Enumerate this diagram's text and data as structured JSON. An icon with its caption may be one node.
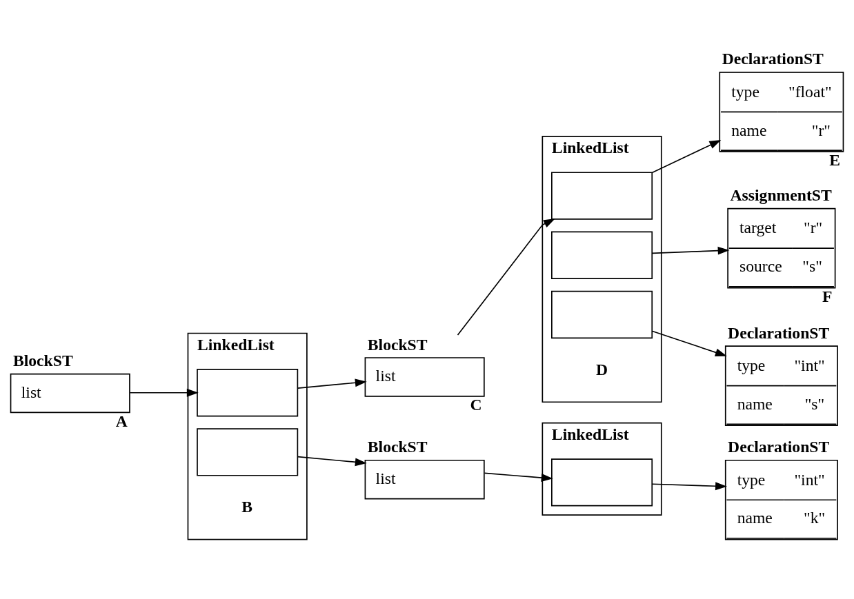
{
  "diagram": {
    "nodes": [
      {
        "text": [
          "BlockST",
          "list"
        ],
        "beside": [
          "A"
        ]
      },
      {
        "text": [
          "LinkedList"
        ],
        "beside": [
          "B"
        ]
      },
      {
        "text": [],
        "shape": "box",
        "in": 1
      },
      {
        "text": [],
        "shape": "box",
        "in": 1
      },
      {
        "text": [
          "BlockST",
          "list"
        ],
        "beside": [
          "C"
        ]
      },
      {
        "text": [
          "BlockST",
          "list"
        ]
      },
      {
        "text": [
          "LinkedList"
        ],
        "beside": [
          "D"
        ]
      },
      {
        "text": [],
        "shape": "box",
        "in": 6
      },
      {
        "text": [],
        "shape": "box",
        "in": 6
      },
      {
        "text": [],
        "shape": "box",
        "in": 6
      },
      {
        "text": [
          "LinkedList"
        ]
      },
      {
        "text": [],
        "shape": "box",
        "in": 10
      },
      {
        "text": [
          "DeclarationST",
          "type",
          "\"float\"",
          "name",
          "\"r\""
        ],
        "beside": [
          "E"
        ]
      },
      {
        "text": [
          "AssignmentST",
          "target",
          "\"r\"",
          "source",
          "\"s\""
        ],
        "beside": [
          "F"
        ]
      },
      {
        "text": [
          "DeclarationST",
          "type",
          "\"int\"",
          "name",
          "\"s\""
        ]
      },
      {
        "text": [
          "DeclarationST",
          "type",
          "\"int\"",
          "name",
          "\"k\""
        ]
      }
    ],
    "edges": [
      {
        "from": 0,
        "to": 2,
        "arrow": "to"
      },
      {
        "from": 2,
        "to": 4,
        "arrow": "to"
      },
      {
        "from": 3,
        "to": 5,
        "arrow": "to"
      },
      {
        "from": 4,
        "to": 7,
        "arrow": "to"
      },
      {
        "from": 5,
        "to": 11,
        "arrow": "to"
      },
      {
        "from": 7,
        "to": 12,
        "arrow": "to"
      },
      {
        "from": 8,
        "to": 13,
        "arrow": "to"
      },
      {
        "from": 9,
        "to": 14,
        "arrow": "to"
      },
      {
        "from": 11,
        "to": 15,
        "arrow": "to"
      }
    ]
  }
}
